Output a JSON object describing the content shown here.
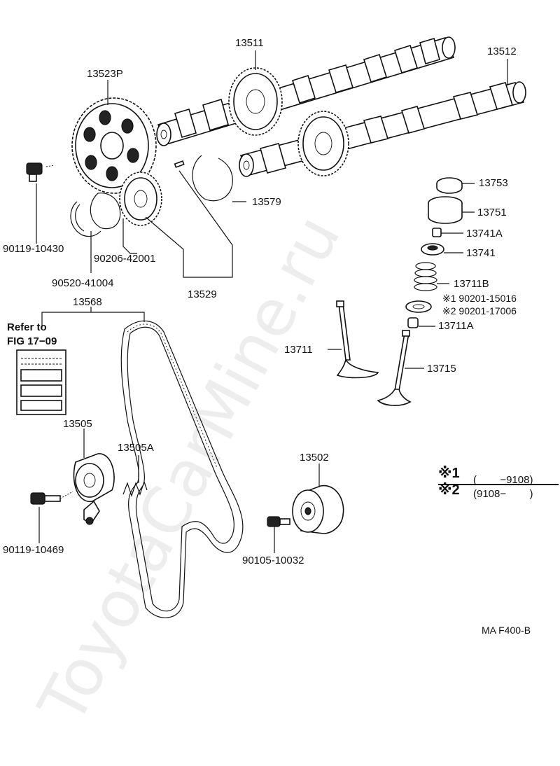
{
  "watermark": "ToyotaCarMine.ru",
  "figure_code": "MA F400-B",
  "refer": {
    "line1": "Refer to",
    "line2": "FIG 17−09"
  },
  "parts": {
    "p13511": "13511",
    "p13512": "13512",
    "p13523P": "13523P",
    "p13579": "13579",
    "p90119_10430": "90119-10430",
    "p90206_42001": "90206-42001",
    "p90520_41004": "90520-41004",
    "p13529": "13529",
    "p13568": "13568",
    "p13753": "13753",
    "p13751": "13751",
    "p13741A": "13741A",
    "p13741": "13741",
    "p13711B": "13711B",
    "p90201_15016": "※1 90201-15016",
    "p90201_17006": "※2 90201-17006",
    "p13711A": "13711A",
    "p13711": "13711",
    "p13715": "13715",
    "p13505": "13505",
    "p13505A": "13505A",
    "p13502": "13502",
    "p90119_10469": "90119-10469",
    "p90105_10032": "90105-10032"
  },
  "notes": {
    "n1_mark": "※1",
    "n1_text": "(        −9108)",
    "n2_mark": "※2",
    "n2_text": "(9108−        )"
  }
}
